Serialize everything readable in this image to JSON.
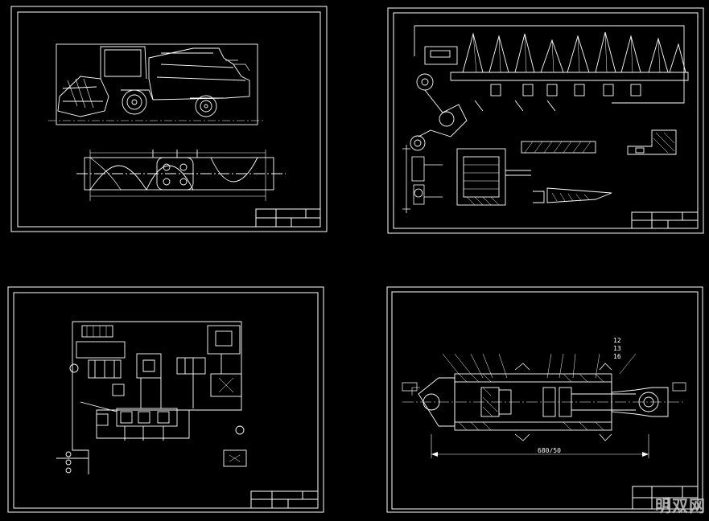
{
  "colors": {
    "background": "#000000",
    "lines": "#ffffff",
    "hatch": "#ffffff",
    "watermark": "#c8c8c8"
  },
  "sheets": [
    {
      "id": "sheet-1",
      "subject": "combine-harvester-general-view-and-auger"
    },
    {
      "id": "sheet-2",
      "subject": "cutting-header-assembly"
    },
    {
      "id": "sheet-3",
      "subject": "hydraulic-circuit-schematic"
    },
    {
      "id": "sheet-4",
      "subject": "hydraulic-cylinder-section"
    }
  ],
  "labels": {
    "cylinder_dimension": "680/50",
    "cylinder_callout_1": "12",
    "cylinder_callout_2": "13",
    "cylinder_callout_3": "16"
  },
  "watermark": {
    "text": "明双网"
  }
}
